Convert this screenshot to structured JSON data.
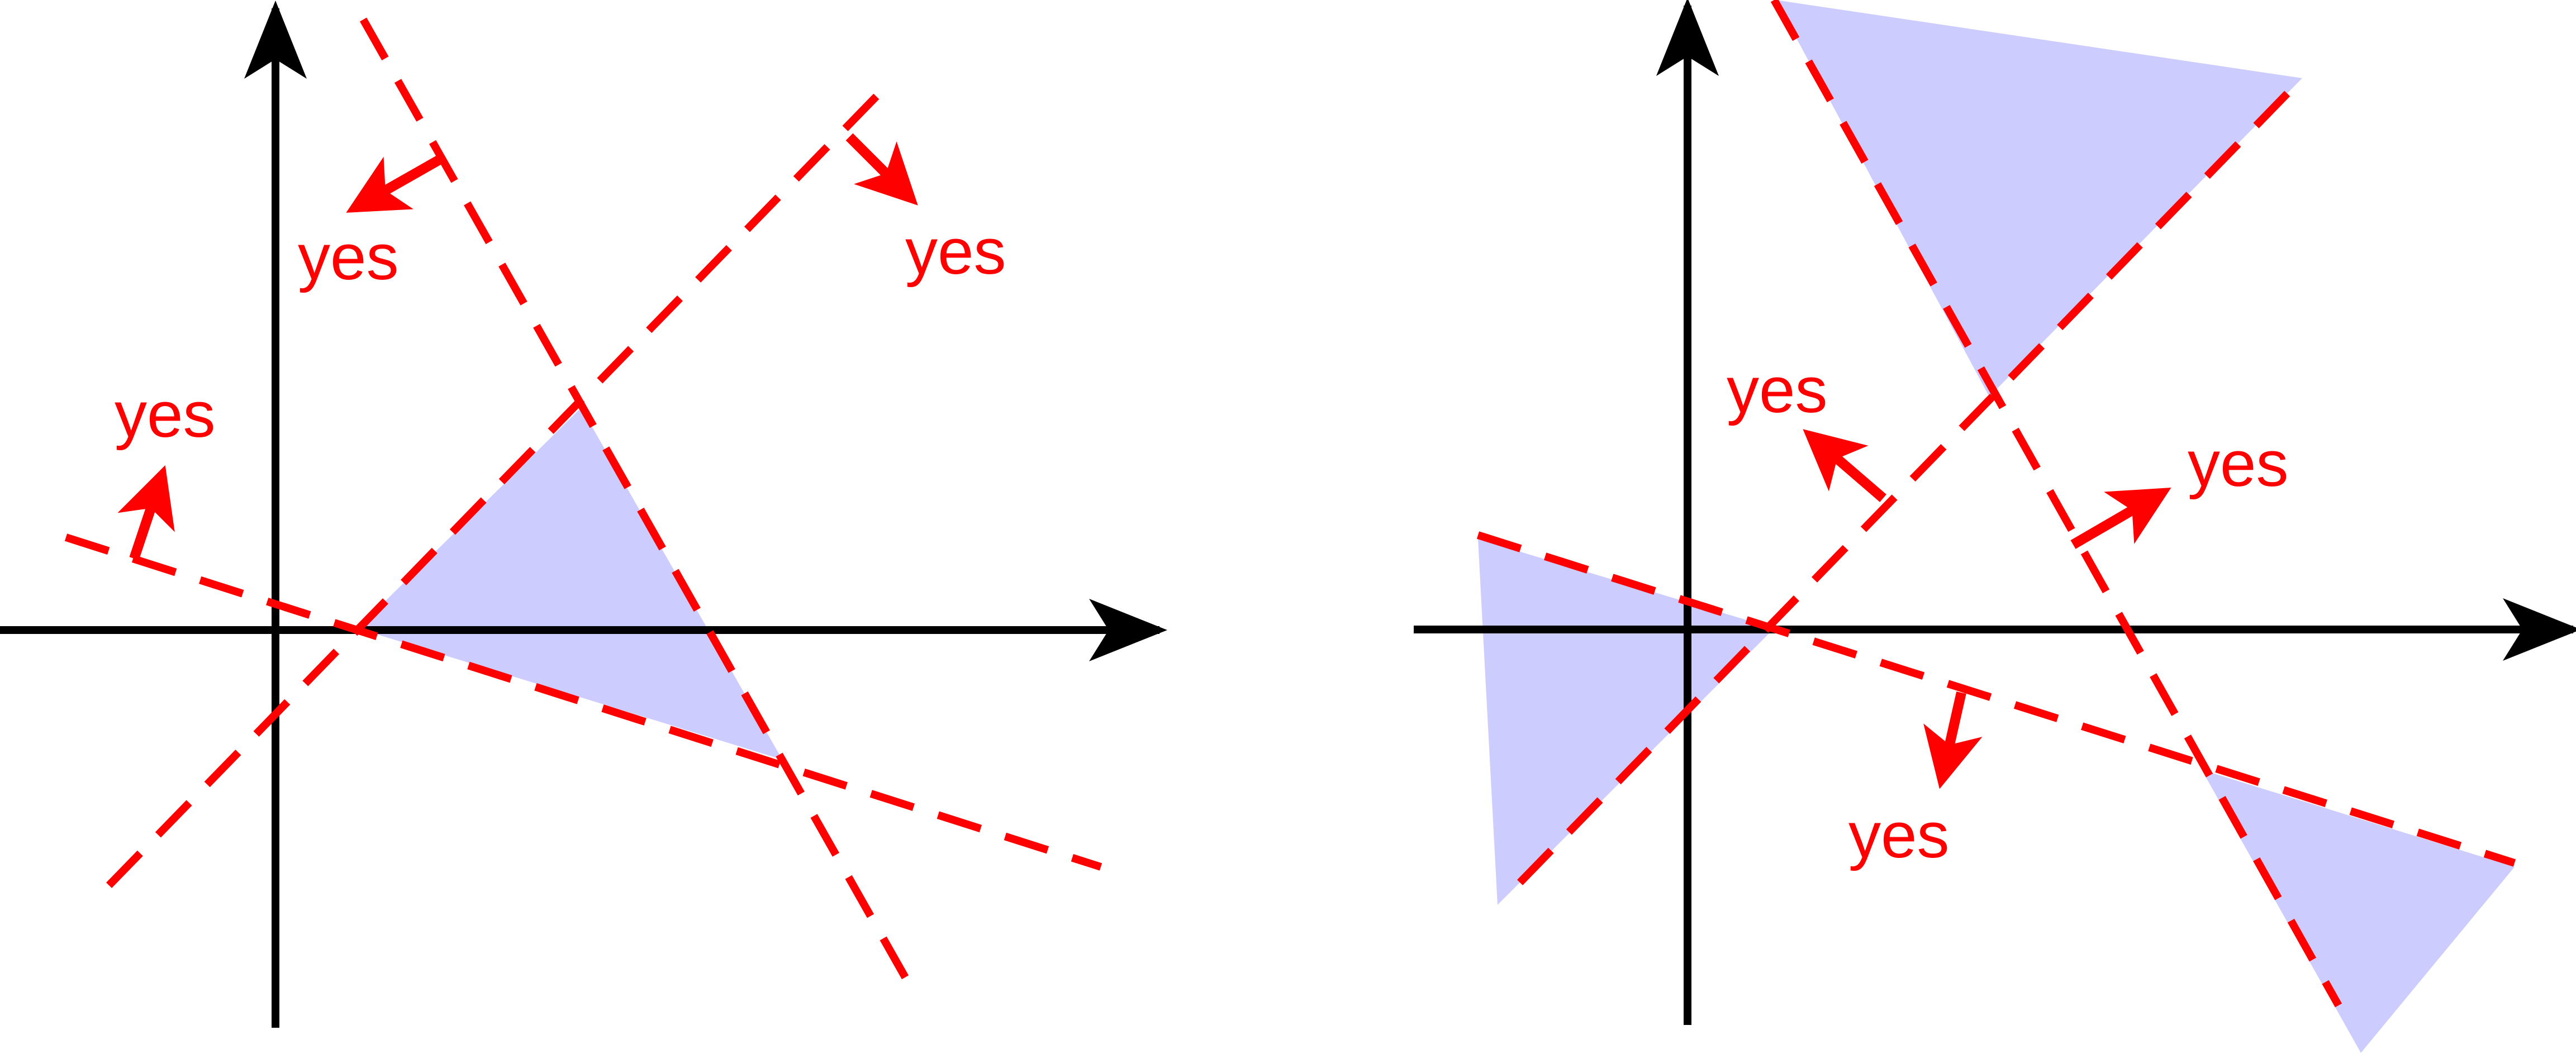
{
  "colors": {
    "region_fill": "#ccccff",
    "constraint_line": "#ff0000",
    "axes": "#000000"
  },
  "panels": [
    {
      "labels": [
        "yes",
        "yes",
        "yes"
      ]
    },
    {
      "labels": [
        "yes",
        "yes",
        "yes"
      ]
    }
  ]
}
